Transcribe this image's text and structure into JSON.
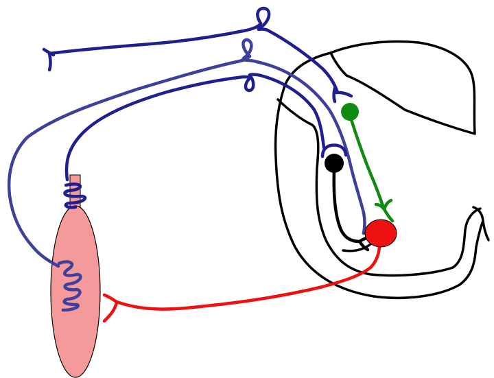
{
  "colors": {
    "afferent_fiber": "#1f1f8f",
    "second_fiber": "#3f3f9c",
    "interneuron": "#118a11",
    "motor_neuron": "#ee1111",
    "relay_cell": "#000000",
    "muscle_fill": "#f49a9a",
    "outline": "#000000",
    "background": "#ffffff"
  },
  "icons": {
    "muscle": "spindle-ellipse",
    "cell_body": "filled-circle",
    "synapse": "y-terminal"
  }
}
